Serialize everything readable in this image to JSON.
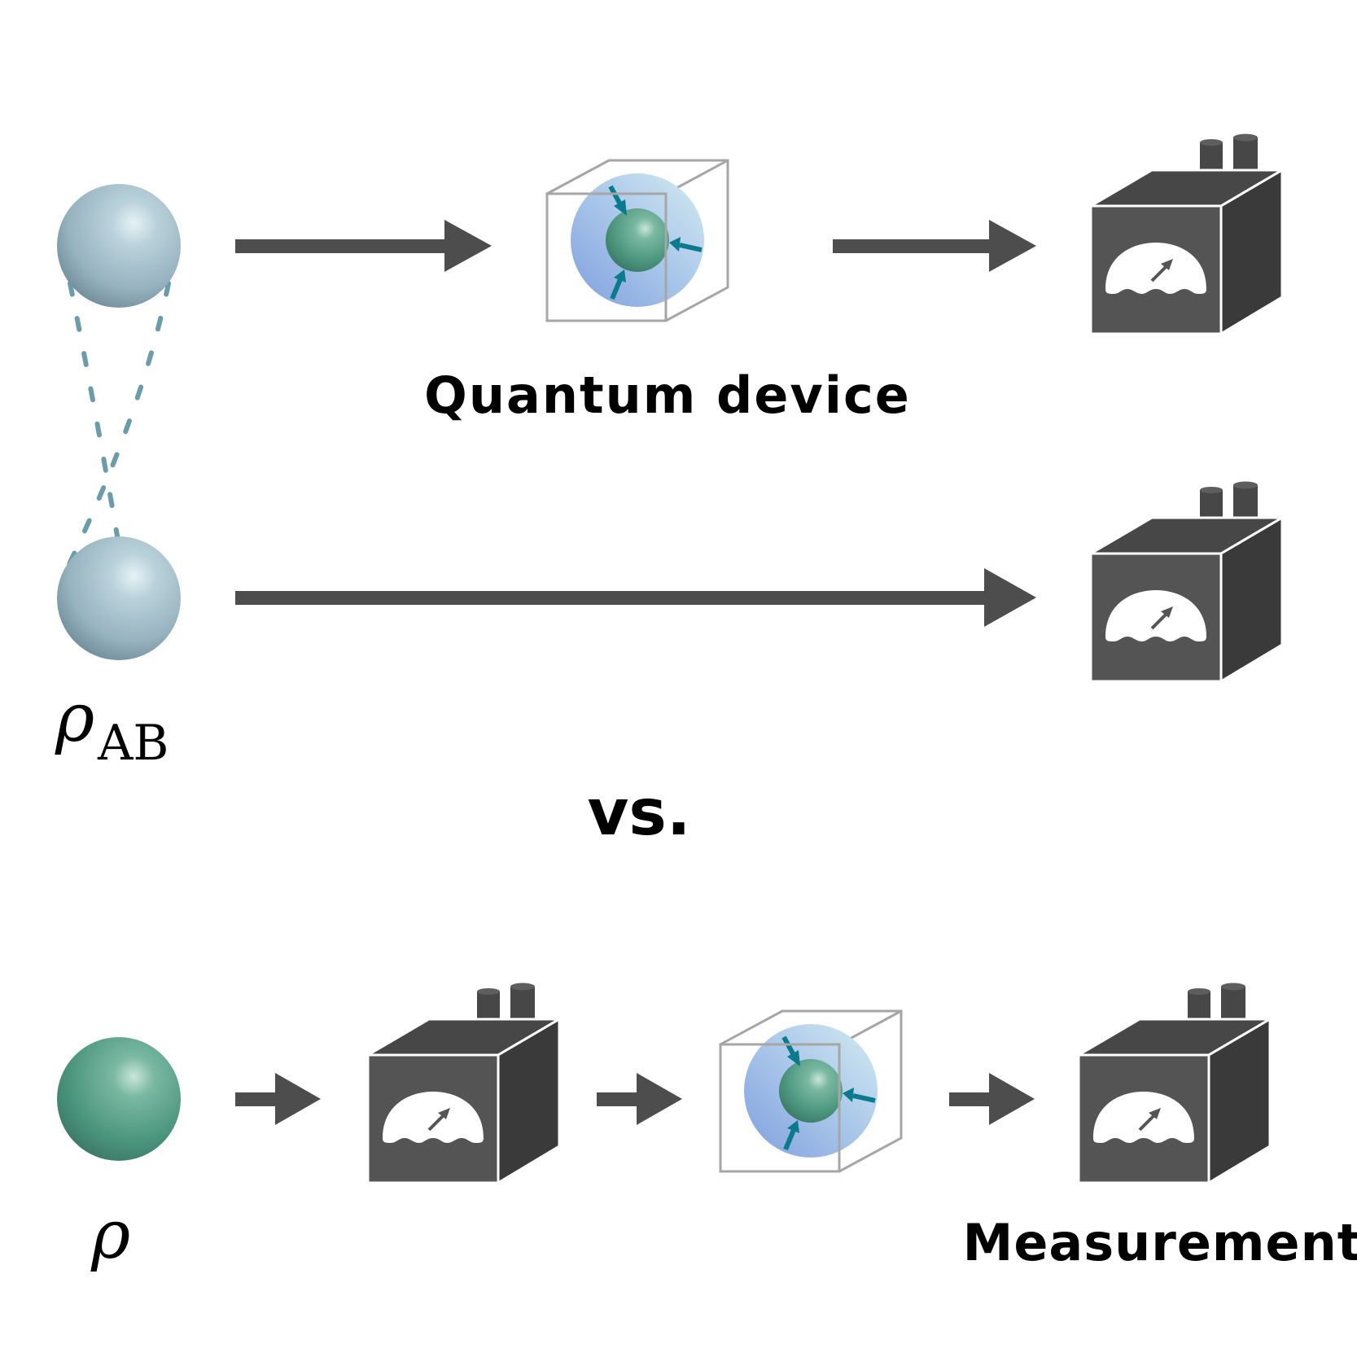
{
  "labels": {
    "quantum_device": "Quantum device",
    "measurement": "Measurement",
    "versus": "vs.",
    "rho_symbol": "ρ",
    "rho_ab_subscript": "AB",
    "rho_bottom": "ρ"
  },
  "colors": {
    "arrow": "#4d4d4d",
    "box_front": "#555555",
    "box_side": "#3a3a3a",
    "box_top": "#474747",
    "gray_sphere": "#9fb9c4",
    "green_sphere": "#4f9a83",
    "entanglement_dash": "#6a9caa",
    "cube_outline": "#aaaaaa",
    "bubble": "#a9cde6",
    "inward_arrow": "#0a7a8c"
  },
  "icons": {
    "sphere": "sphere-icon",
    "device": "quantum-device-icon",
    "meter": "measurement-box-icon"
  }
}
